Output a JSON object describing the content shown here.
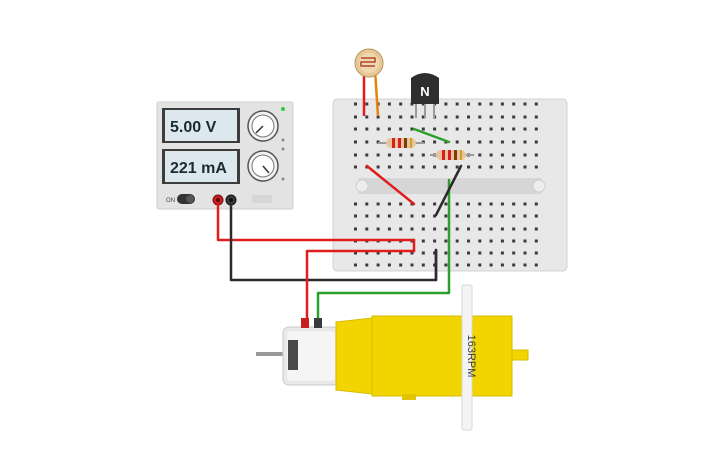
{
  "canvas": {
    "background": "#ffffff"
  },
  "power_supply": {
    "voltage_readout": "5.00 V",
    "current_readout": "221 mA",
    "on_label": "ON",
    "body_color": "#e3e3e3",
    "display_color": "#dce8ee"
  },
  "transistor": {
    "label": "N",
    "color": "#2e2e2e"
  },
  "motor": {
    "rpm_label": "163RPM",
    "gearbox_color": "#f2d500"
  },
  "wires": {
    "red": "#e01c1c",
    "black": "#2b2b2b",
    "green": "#2ca02c",
    "orange": "#e8820c"
  },
  "breadboard": {
    "color": "#e6e6e6",
    "hole_color": "#3a3a3a"
  }
}
